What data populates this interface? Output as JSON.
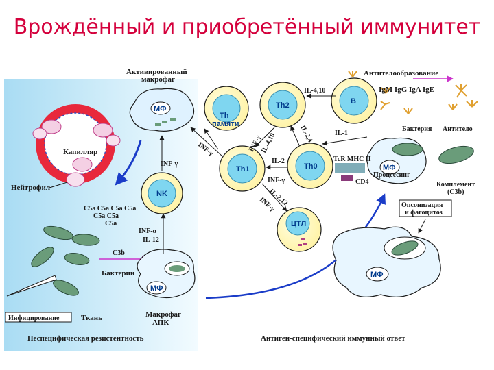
{
  "title": "Врождённый и приобретённый иммунитет",
  "left_panel": {
    "capillary": "Капилляр",
    "neutrophil": "Нейтрофил",
    "c5a_row1": "C5a C5a C5a C5a",
    "c5a_row2": "C5a C5a",
    "c5a_row3": "C5a",
    "bacteria": "Бактерии",
    "infection": "Инфицирование",
    "tissue": "Ткань",
    "footer": "Неспецифическая резистентность",
    "c3b": "C3b",
    "mf_apc_cell": "МФ",
    "mf_apc_label1": "Макрофаг",
    "mf_apc_label2": "АПК",
    "inf_alpha": "INF-α",
    "il12": "IL-12"
  },
  "cells": {
    "activated_label1": "Активированный",
    "activated_label2": "макрофаг",
    "activated_mf": "МФ",
    "th_memory1": "Th",
    "th_memory2": "памяти",
    "th2": "Th2",
    "b": "B",
    "th1": "Th1",
    "th0": "Th0",
    "nk": "NK",
    "ctl": "ЦТЛ",
    "mf_right": "МФ",
    "mf_bottom": "МФ"
  },
  "cytokines": {
    "il_4_10_top": "IL-4,10",
    "inf_g_diag": "INF-γ",
    "il_4_10_diag": "IL-4,10",
    "il_2_4": "IL-2,4",
    "il_1": "IL-1",
    "inf_g_left": "INF-γ",
    "inf_g_nk": "INF-γ",
    "il_2": "IL-2",
    "inf_g_mid": "INF-γ",
    "il_2_12": "IL-2,12",
    "inf_g_low": "INF-γ"
  },
  "right_panel": {
    "antibody_formation": "Антителообразование",
    "ig_classes": "IgM IgG IgA IgE",
    "bacteria": "Бактерия",
    "antibody": "Антитело",
    "tcr_mhc": "TcR MHC II",
    "cd4": "CD4",
    "processing": "Процессинг",
    "complement1": "Комплемент",
    "complement2": "(C3b)",
    "opsonization1": "Опсонизация",
    "opsonization2": "и фагоцитоз",
    "footer": "Антиген-специфический иммунный ответ"
  },
  "colors": {
    "title": "#d4003c",
    "cell_fill": "#fff8b0",
    "cell_nucleus": "#7fd6f0",
    "capillary": "#e8283c",
    "bacteria": "#6a9c7a",
    "arrow_blue": "#1a3cc8",
    "arrow_magenta": "#cc33cc"
  }
}
